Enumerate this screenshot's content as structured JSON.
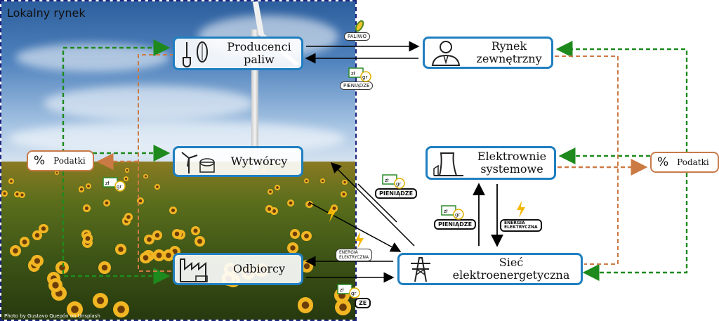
{
  "region_title": "Lokalny rynek",
  "photo_credit": "Photo by Gustavo Quepón on Unsplash",
  "nodes": {
    "producers": "Producenci\npaliw",
    "generators": "Wytwórcy",
    "consumers": "Odbiorcy",
    "external_market": "Rynek\nzewnętrzny",
    "system_plants": "Elektrownie\nsystemowe",
    "grid": "Sieć\nelektroenergetyczna"
  },
  "taxes": {
    "left_label": "Podatki",
    "right_label": "Podatki",
    "symbol": "%"
  },
  "tags": {
    "fuel": "PALIWO",
    "money_external": "PIENIĄDZE",
    "money_grid_generators": "PIENIĄDZE",
    "money_plants": "PIENIĄDZE",
    "energy_plants": "ENERGIA\nELEKTRYCZNA",
    "energy_consumers": "ENERGIA\nELEKTRYCZNA",
    "money_consumers_partial": "ZE"
  },
  "money_icon": {
    "currency": "zł",
    "unit": "gr"
  },
  "colors": {
    "node_border": "#1f7fc0",
    "tax_flow": "#1e8a1e",
    "tax_border": "#c87a4a",
    "payment_flow": "#cc7a44",
    "energy": "#f5b800",
    "arrow": "#000000"
  }
}
